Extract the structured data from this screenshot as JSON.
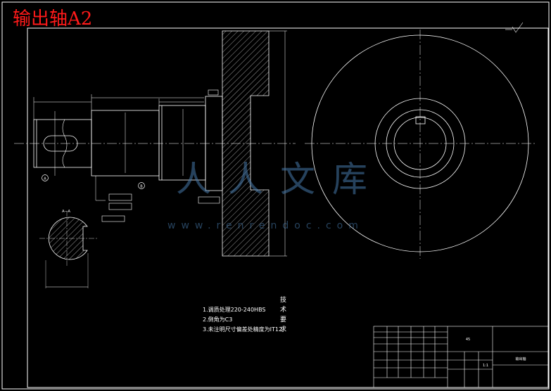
{
  "title": "输出轴A2",
  "watermark": {
    "text": "人人文库",
    "url": "www.renrendoc.com"
  },
  "technical_requirements": {
    "heading": "技术要求",
    "items": [
      "1.调质处理220-240HBS",
      "2.倒角为C3",
      "3.未注明尺寸偏差处精度为IT12"
    ]
  },
  "datum_labels": {
    "a": "A",
    "b": "B"
  },
  "section_label": "A—A",
  "title_block": {
    "part_name": "输出轴",
    "material": "45",
    "scale": "1:1"
  },
  "colors": {
    "background": "#000000",
    "line": "#ffffff",
    "title": "#ff1a1a",
    "watermark": "#4678aa"
  }
}
